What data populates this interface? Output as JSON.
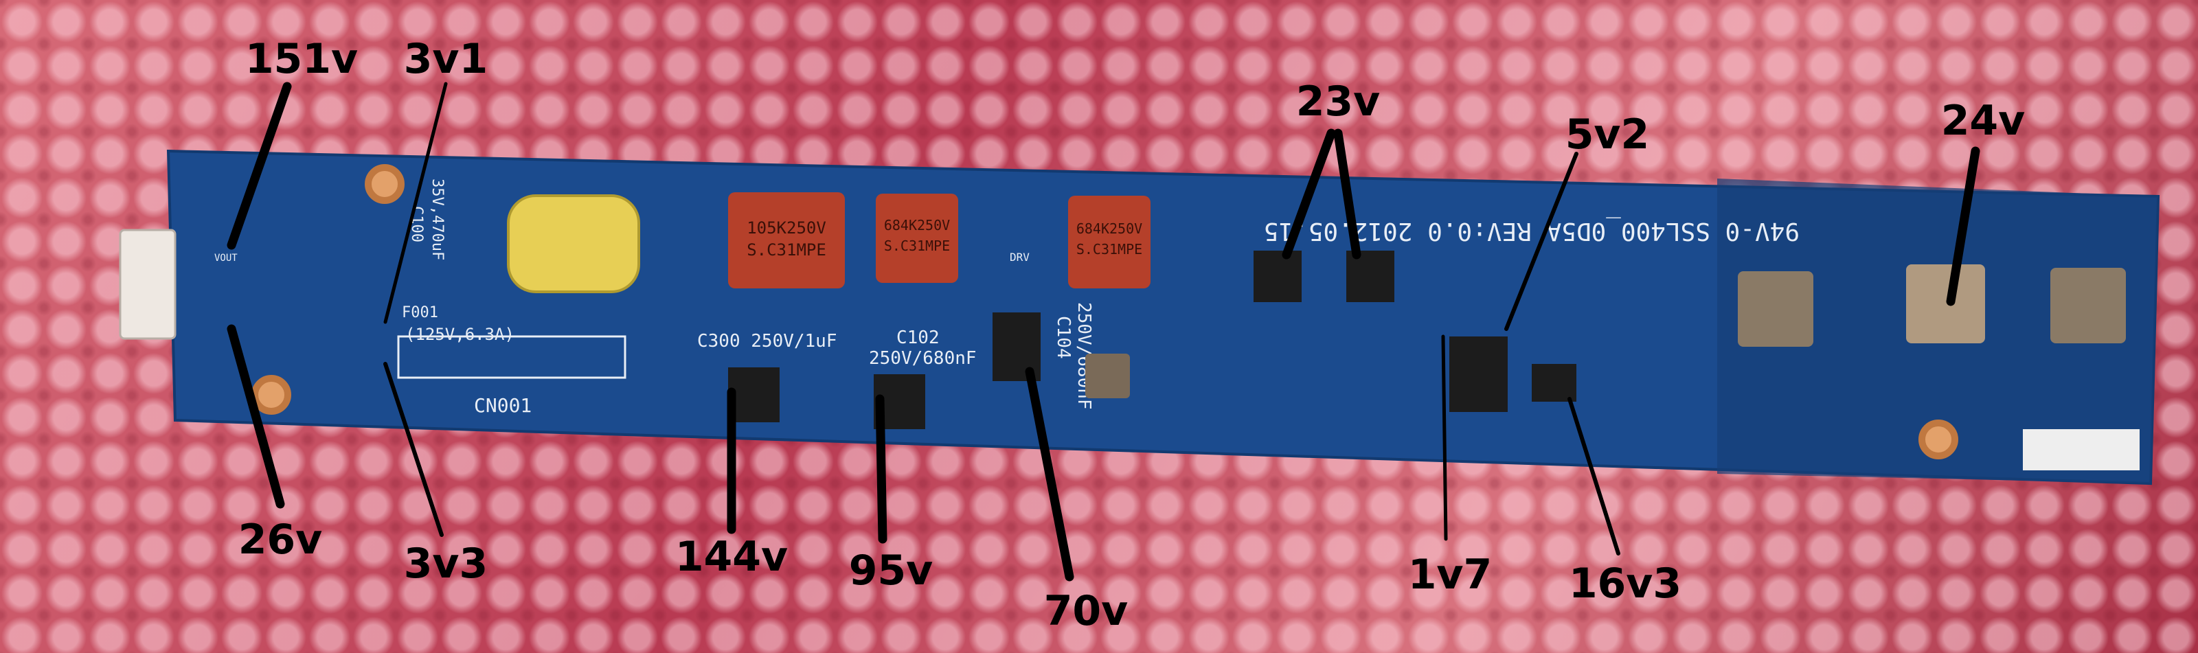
{
  "board": {
    "revision_text": "94V-0 SSL400_0D5A REV:0.0 2012.05.15",
    "c300_label": "C300 250V/1uF",
    "c102_label": "C102",
    "c102_value": "250V/680nF",
    "c104_label": "C104",
    "c104_value": "250V/680nF",
    "connector_label": "CN001",
    "fuse_label": "F001",
    "fuse_value": "(125V,6.3A)",
    "c100_label": "C100",
    "c100_value": "35V,470uF",
    "film_cap_1": [
      "105K250V",
      "S.C31MPE"
    ],
    "film_cap_2": [
      "684K250V",
      "S.C31MPE"
    ],
    "film_cap_3": [
      "684K250V",
      "S.C31MPE"
    ],
    "vout_label": "VOUT",
    "drv_label": "DRV"
  },
  "annotations": [
    "151v",
    "3v1",
    "23v",
    "5v2",
    "24v",
    "26v",
    "3v3",
    "144v",
    "95v",
    "70v",
    "1v7",
    "16v3"
  ],
  "colors": {
    "pcb": "#1a4a8c",
    "annotation": "#000000",
    "film_cap": "#b5402a"
  }
}
